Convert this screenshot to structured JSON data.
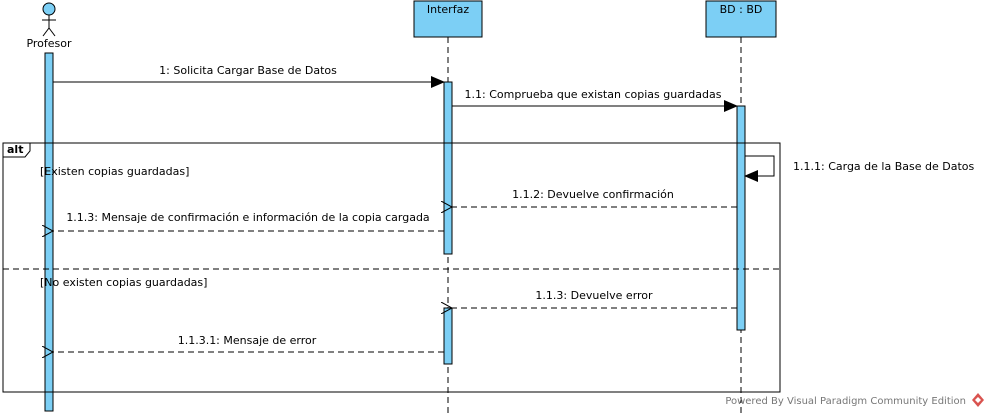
{
  "actor": {
    "name": "Profesor"
  },
  "lifelines": {
    "interfaz": "Interfaz",
    "bd": "BD : BD"
  },
  "fragment": {
    "operator": "alt",
    "guard_1": "[Existen copias guardadas]",
    "guard_2": "[No existen copias guardadas]"
  },
  "messages": {
    "m1": "1: Solicita Cargar Base de Datos",
    "m1_1": "1.1: Comprueba que existan copias guardadas",
    "m1_1_1": "1.1.1: Carga de la Base de Datos",
    "m1_1_2": "1.1.2: Devuelve confirmación",
    "m1_1_3a": "1.1.3: Mensaje de confirmación e información de la copia cargada",
    "m1_1_3b": "1.1.3: Devuelve error",
    "m1_1_3_1": "1.1.3.1: Mensaje de error"
  },
  "watermark": {
    "text": "Powered By Visual Paradigm Community Edition"
  },
  "colors": {
    "lifeline_fill": "#7ccff5",
    "stroke": "#000000",
    "watermark_icon": "#d9534f"
  }
}
